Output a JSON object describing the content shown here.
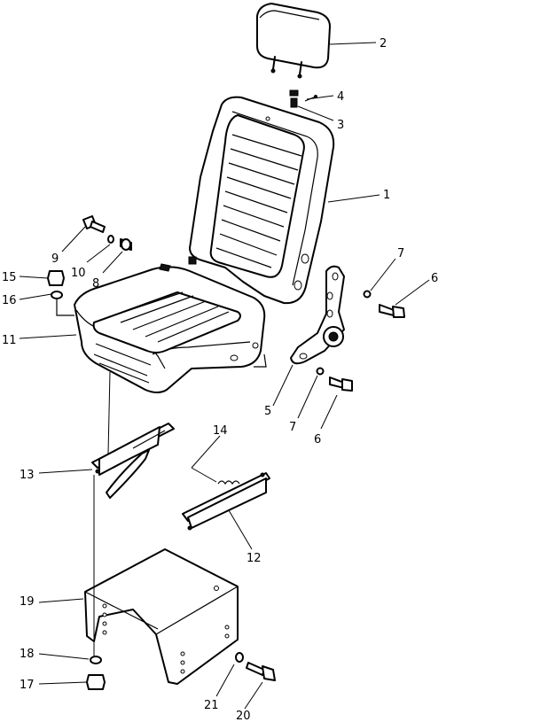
{
  "callouts": [
    {
      "key": "c2",
      "text": "2"
    },
    {
      "key": "c4",
      "text": "4"
    },
    {
      "key": "c3",
      "text": "3"
    },
    {
      "key": "c1",
      "text": "1"
    },
    {
      "key": "c9",
      "text": "9"
    },
    {
      "key": "c10",
      "text": "10"
    },
    {
      "key": "c8",
      "text": "8"
    },
    {
      "key": "c15",
      "text": "15"
    },
    {
      "key": "c16",
      "text": "16"
    },
    {
      "key": "c11",
      "text": "11"
    },
    {
      "key": "c7a",
      "text": "7"
    },
    {
      "key": "c6a",
      "text": "6"
    },
    {
      "key": "c5",
      "text": "5"
    },
    {
      "key": "c7b",
      "text": "7"
    },
    {
      "key": "c6b",
      "text": "6"
    },
    {
      "key": "c14",
      "text": "14"
    },
    {
      "key": "c13",
      "text": "13"
    },
    {
      "key": "c12",
      "text": "12"
    },
    {
      "key": "c19",
      "text": "19"
    },
    {
      "key": "c18",
      "text": "18"
    },
    {
      "key": "c17",
      "text": "17"
    },
    {
      "key": "c21",
      "text": "21"
    },
    {
      "key": "c20",
      "text": "20"
    }
  ]
}
